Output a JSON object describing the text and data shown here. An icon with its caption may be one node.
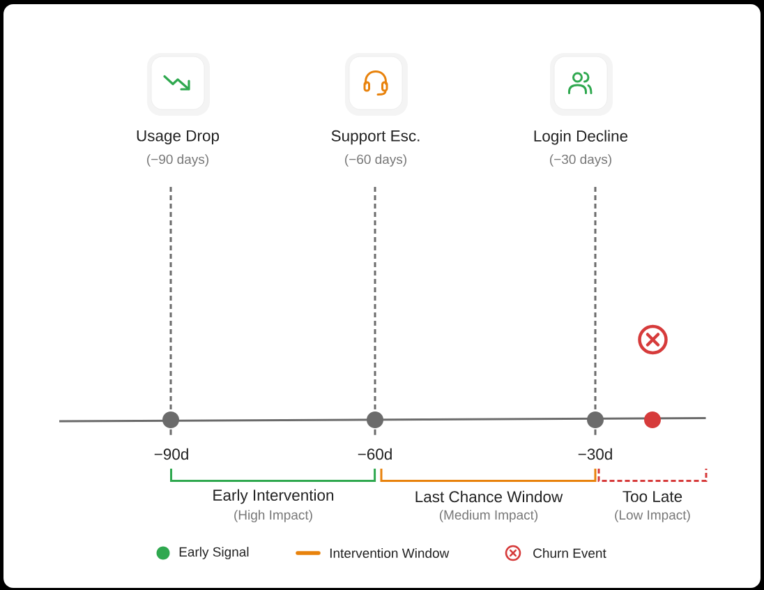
{
  "diagram": {
    "nodes": [
      {
        "text": [
          "Usage Drop"
        ],
        "beside": [
          "(−90 days)"
        ]
      },
      {
        "text": [
          "Support Esc."
        ],
        "beside": [
          "(−60 days)"
        ]
      },
      {
        "text": [
          "Login Decline"
        ],
        "beside": [
          "(−30 days)"
        ]
      },
      {
        "text": [],
        "shape": "circle"
      },
      {
        "text": [],
        "shape": "circle"
      },
      {
        "text": [],
        "shape": "circle"
      },
      {
        "text": [],
        "shape": "circle"
      }
    ],
    "edges": [
      {
        "from": 0,
        "to": 3,
        "arrow": "none",
        "style": "dashed"
      },
      {
        "from": 1,
        "to": 4,
        "arrow": "none",
        "style": "dashed"
      },
      {
        "from": 2,
        "to": 5,
        "arrow": "none",
        "style": "dashed"
      }
    ],
    "labels": [
      "−90d",
      "−60d",
      "−30d",
      "Early Intervention",
      "(High Impact)",
      "Last Chance Window",
      "(Medium Impact)",
      "Too Late",
      "(Low Impact)"
    ],
    "legend": [
      {
        "text": "Early Signal",
        "color": "#2fa84f"
      },
      {
        "text": "Intervention Window"
      },
      {
        "text": "Churn Event"
      }
    ]
  }
}
